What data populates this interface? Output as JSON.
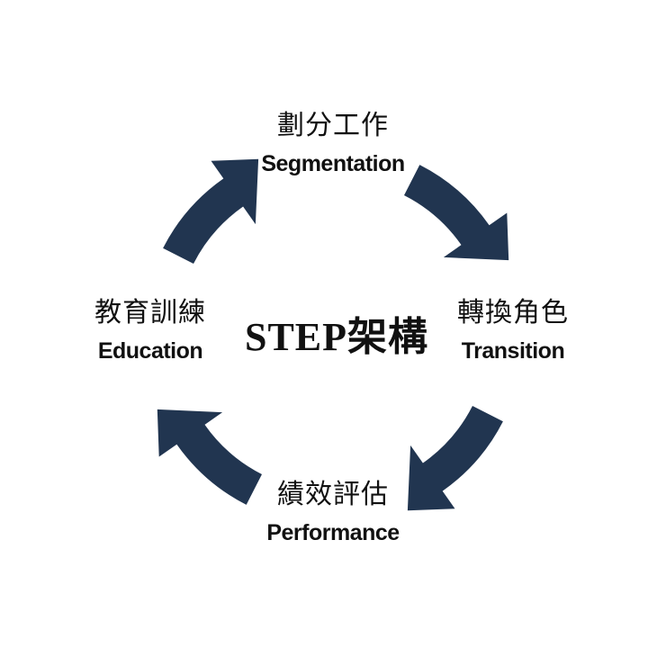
{
  "diagram": {
    "background_color": "#ffffff",
    "arrow_color": "#213550",
    "text_color": "#111111",
    "center_title": "STEP架構",
    "cycle_direction": "clockwise",
    "nodes": [
      {
        "position": "top",
        "zh": "劃分工作",
        "en": "Segmentation"
      },
      {
        "position": "right",
        "zh": "轉換角色",
        "en": "Transition"
      },
      {
        "position": "bottom",
        "zh": "績效評估",
        "en": "Performance"
      },
      {
        "position": "left",
        "zh": "教育訓練",
        "en": "Education"
      }
    ],
    "arrows": [
      {
        "name": "arrow-top-right",
        "from": "Segmentation",
        "to": "Transition"
      },
      {
        "name": "arrow-bottom-right",
        "from": "Transition",
        "to": "Performance"
      },
      {
        "name": "arrow-bottom-left",
        "from": "Performance",
        "to": "Education"
      },
      {
        "name": "arrow-top-left",
        "from": "Education",
        "to": "Segmentation"
      }
    ]
  }
}
